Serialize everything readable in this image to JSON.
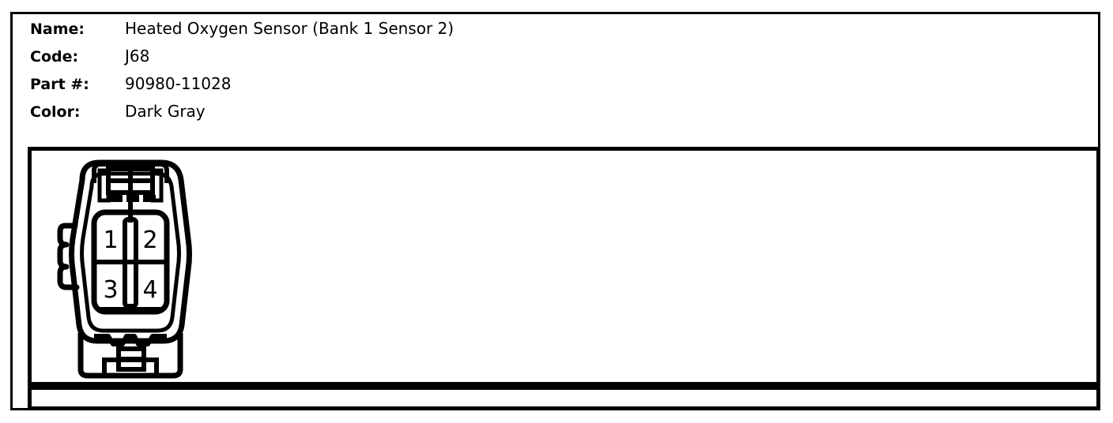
{
  "spec": {
    "rows": [
      {
        "label": "Name:",
        "value": "Heated Oxygen Sensor (Bank 1 Sensor 2)"
      },
      {
        "label": "Code:",
        "value": "J68"
      },
      {
        "label": "Part #:",
        "value": "90980-11028"
      },
      {
        "label": "Color:",
        "value": "Dark Gray"
      }
    ]
  },
  "connector": {
    "title": "connector-face-view",
    "pins": [
      {
        "number": "1",
        "position": "top-left"
      },
      {
        "number": "2",
        "position": "top-right"
      },
      {
        "number": "3",
        "position": "bottom-left"
      },
      {
        "number": "4",
        "position": "bottom-right"
      }
    ],
    "pin_count": 4
  },
  "colors": {
    "line": "#000000",
    "background": "#ffffff",
    "text": "#000000"
  }
}
